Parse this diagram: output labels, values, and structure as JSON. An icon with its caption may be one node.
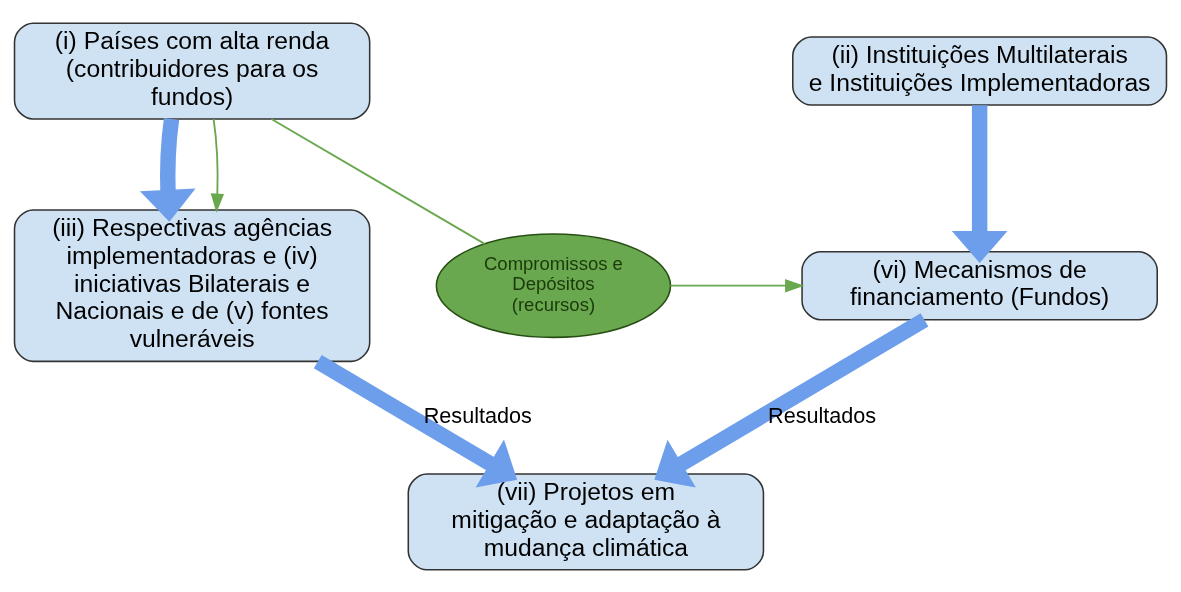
{
  "diagram": {
    "nodes": [
      {
        "text": [
          "(i) Países com alta renda (contribuidores para os fundos)"
        ]
      },
      {
        "text": [
          "(ii) Instituições Multilaterais e Instituições Implementadoras"
        ]
      },
      {
        "text": [
          "(iii) Respectivas agências implementadoras e (iv) iniciativas Bilaterais e Nacionais e de (v) fontes vulneráveis"
        ]
      },
      {
        "text": [
          "Compromissos e Depósitos (recursos)"
        ]
      },
      {
        "text": [
          "(vi) Mecanismos de financiamento (Fundos)"
        ]
      },
      {
        "text": [
          "(vii) Projetos em mitigação e adaptação à mudança climática"
        ]
      }
    ],
    "edges": [
      {
        "from": 0,
        "to": 2,
        "arrow": "to"
      },
      {
        "from": 0,
        "to": 2,
        "arrow": "to",
        "color": "#6aa84f"
      },
      {
        "from": 0,
        "to": 3,
        "arrow": "none",
        "color": "#6aa84f"
      },
      {
        "from": 3,
        "to": 4,
        "arrow": "to",
        "color": "#6aa84f"
      },
      {
        "from": 1,
        "to": 4,
        "arrow": "to"
      },
      {
        "from": 2,
        "to": 5,
        "arrow": "to",
        "label": "Resultados"
      },
      {
        "from": 4,
        "to": 5,
        "arrow": "to",
        "label": "Resultados"
      }
    ]
  }
}
